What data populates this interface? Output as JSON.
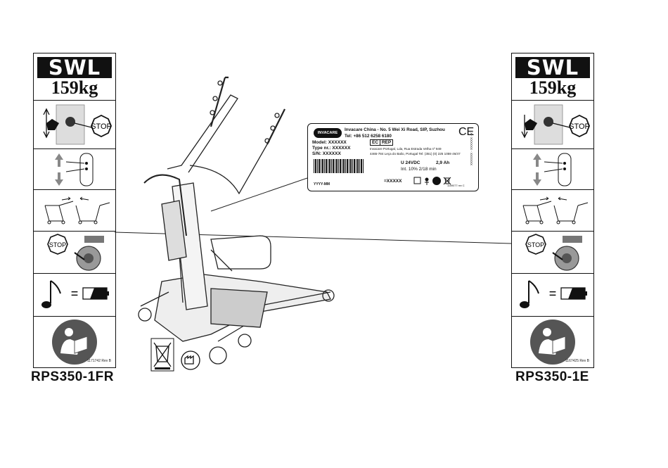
{
  "left_panel": {
    "swl_title": "SWL",
    "capacity": "159kg",
    "stop_text": "STOP",
    "stop_text_2": "STOP",
    "equals": "=",
    "revision": "1171742 Rev B",
    "model": "RPS350-1FR"
  },
  "right_panel": {
    "swl_title": "SWL",
    "capacity": "159kg",
    "stop_text": "STOP",
    "stop_text_2": "STOP",
    "equals": "=",
    "revision": "1167425 Rev B",
    "model": "RPS350-1E"
  },
  "label": {
    "brand": "INVACARE",
    "manufacturer": "Invacare China - No. 5 Wei Xi Road, SIP, Suzhou",
    "phone": "Tel: +86 512 6258 6180",
    "ce": "CE",
    "model": "Model: XXXXXX",
    "type": "Type nr.: XXXXXX",
    "sn": "S/N: XXXXXX",
    "ec": "EC",
    "rep": "REP",
    "rep_address": "Invacare Portugal, Lda, Rua Estrada Velha nº 949",
    "rep_address_2": "4465-784 Leça do Balio, Portugal Tel: (351) (0) 225 1059 46/47",
    "voltage": "U 24VDC",
    "capacity": "2,9 Ah",
    "intermittent": "Int. 10% 2/18 min",
    "date": "YYYY-MM",
    "weight": "=XXXXX",
    "side_code": "XXXXXX - XXXXXX - X",
    "rev": "1159077 rev C"
  },
  "colors": {
    "ink": "#111111",
    "icon_gray": "#555555",
    "screen_gray": "#dcdcdc"
  }
}
